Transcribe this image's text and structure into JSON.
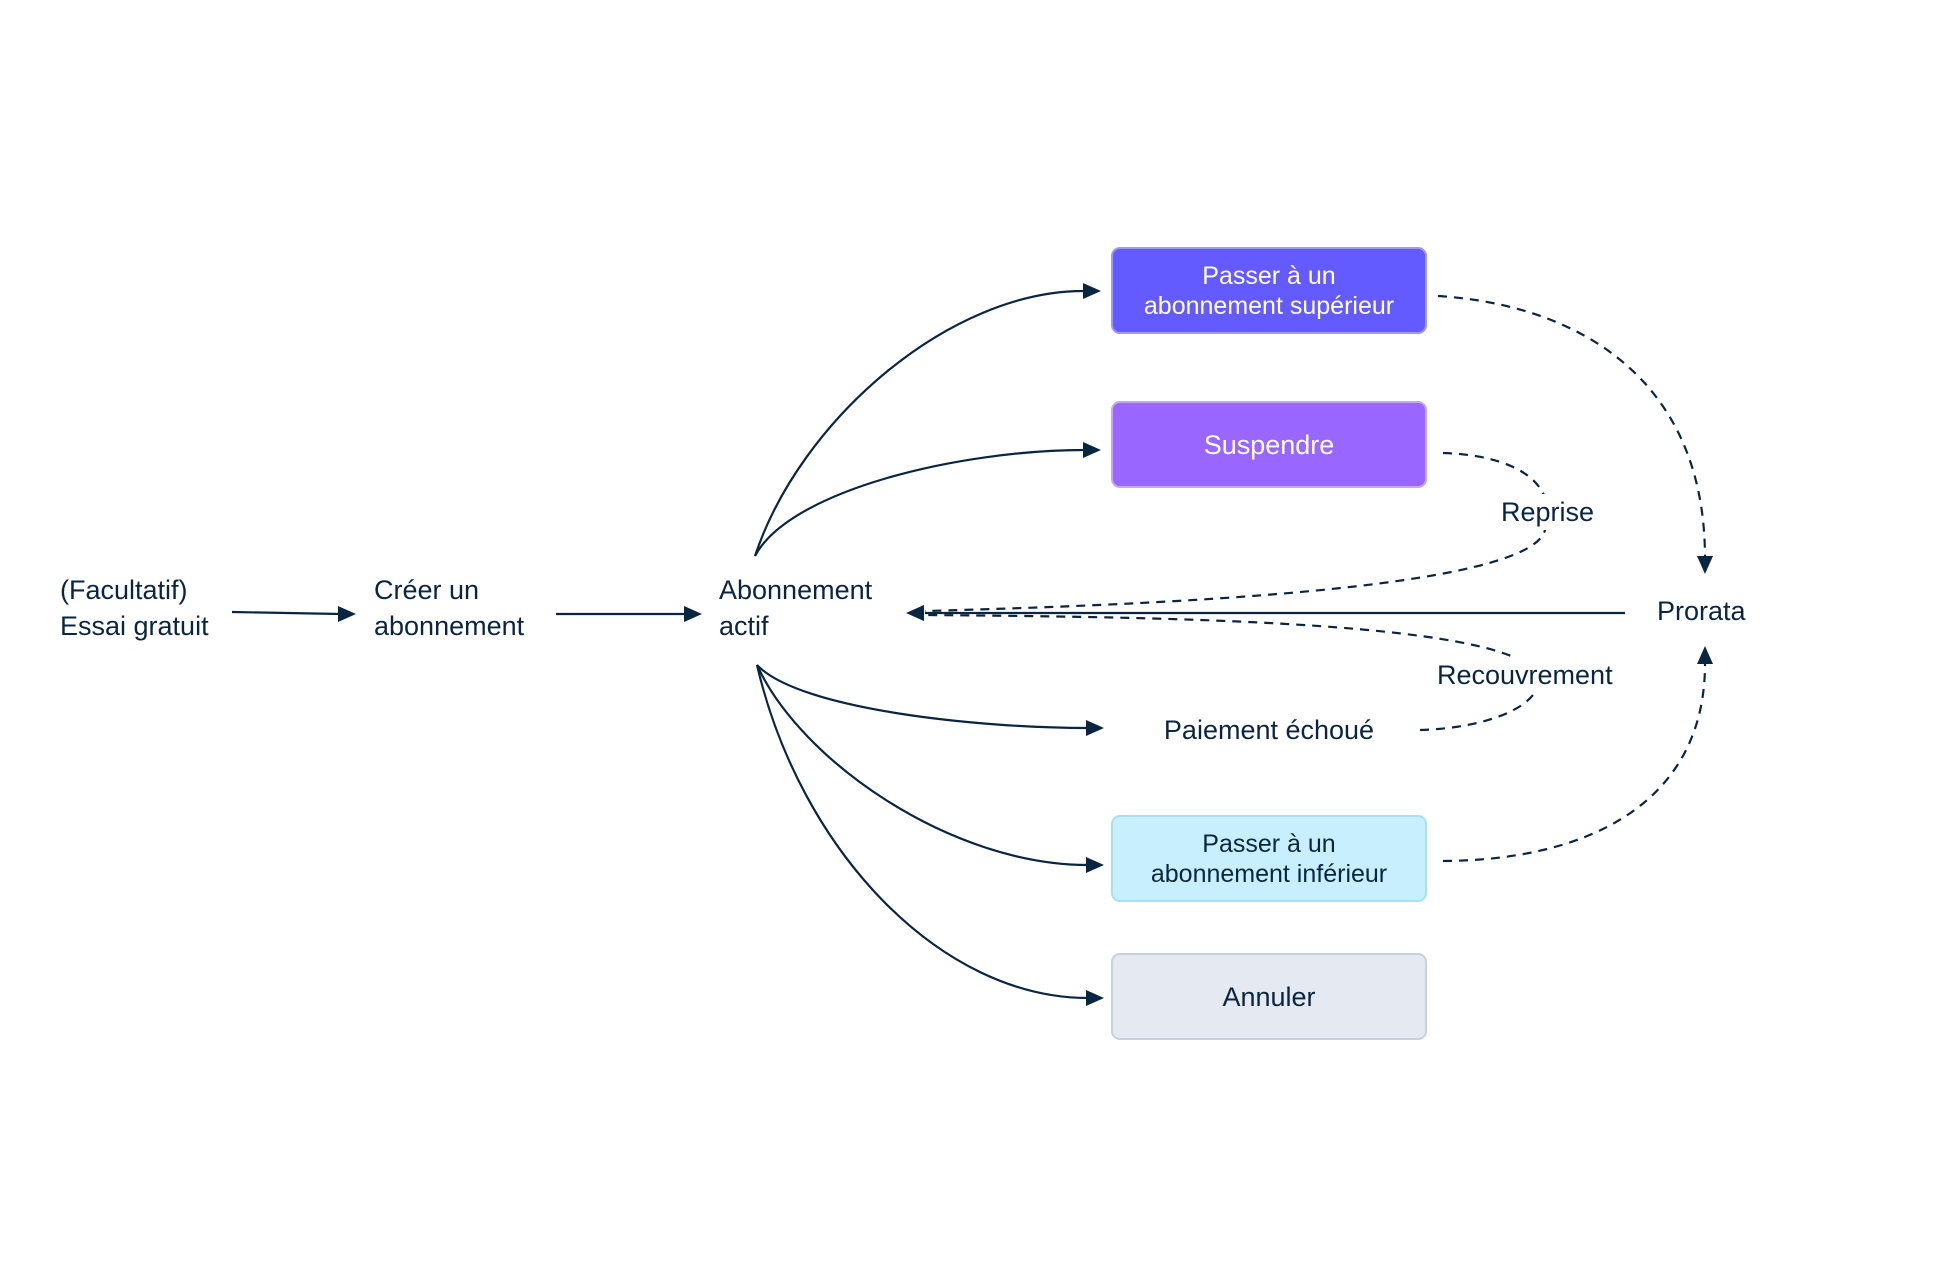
{
  "nodes": {
    "trial": [
      "(Facultatif)",
      "Essai gratuit"
    ],
    "create": [
      "Créer un",
      "abonnement"
    ],
    "active": [
      "Abonnement",
      "actif"
    ],
    "upgrade": [
      "Passer à un",
      "abonnement supérieur"
    ],
    "pause": "Suspendre",
    "failed": "Paiement échoué",
    "downgrade": [
      "Passer à un",
      "abonnement inférieur"
    ],
    "cancel": "Annuler",
    "proration": "Prorata"
  },
  "edge_labels": {
    "resume": "Reprise",
    "recovery": "Recouvrement"
  },
  "colors": {
    "ink": "#0a2540",
    "upgrade": "#635bff",
    "pause": "#9966ff",
    "downgrade": "#c8effe",
    "cancel": "#e4e9f2"
  }
}
